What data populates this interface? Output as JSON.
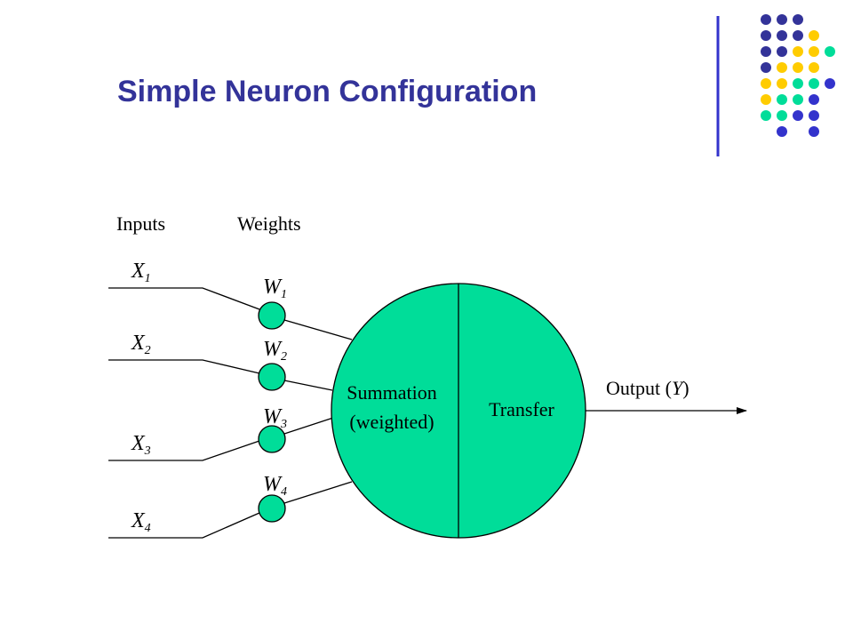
{
  "slide": {
    "title": "Simple Neuron Configuration",
    "colors": {
      "title": "#333399",
      "neuron_fill": "#00dd99",
      "dot_navy": "#333399",
      "dot_yellow": "#ffcc00",
      "dot_teal": "#00dd99",
      "dot_blue": "#3333cc"
    }
  },
  "diagram": {
    "inputs_header": "Inputs",
    "weights_header": "Weights",
    "inputs": [
      {
        "base": "X",
        "sub": "1"
      },
      {
        "base": "X",
        "sub": "2"
      },
      {
        "base": "X",
        "sub": "3"
      },
      {
        "base": "X",
        "sub": "4"
      }
    ],
    "weights": [
      {
        "base": "W",
        "sub": "1"
      },
      {
        "base": "W",
        "sub": "2"
      },
      {
        "base": "W",
        "sub": "3"
      },
      {
        "base": "W",
        "sub": "4"
      }
    ],
    "summation_line1": "Summation",
    "summation_line2": "(weighted)",
    "transfer_label": "Transfer",
    "output_prefix": "Output (",
    "output_var": "Y",
    "output_suffix": ")"
  }
}
